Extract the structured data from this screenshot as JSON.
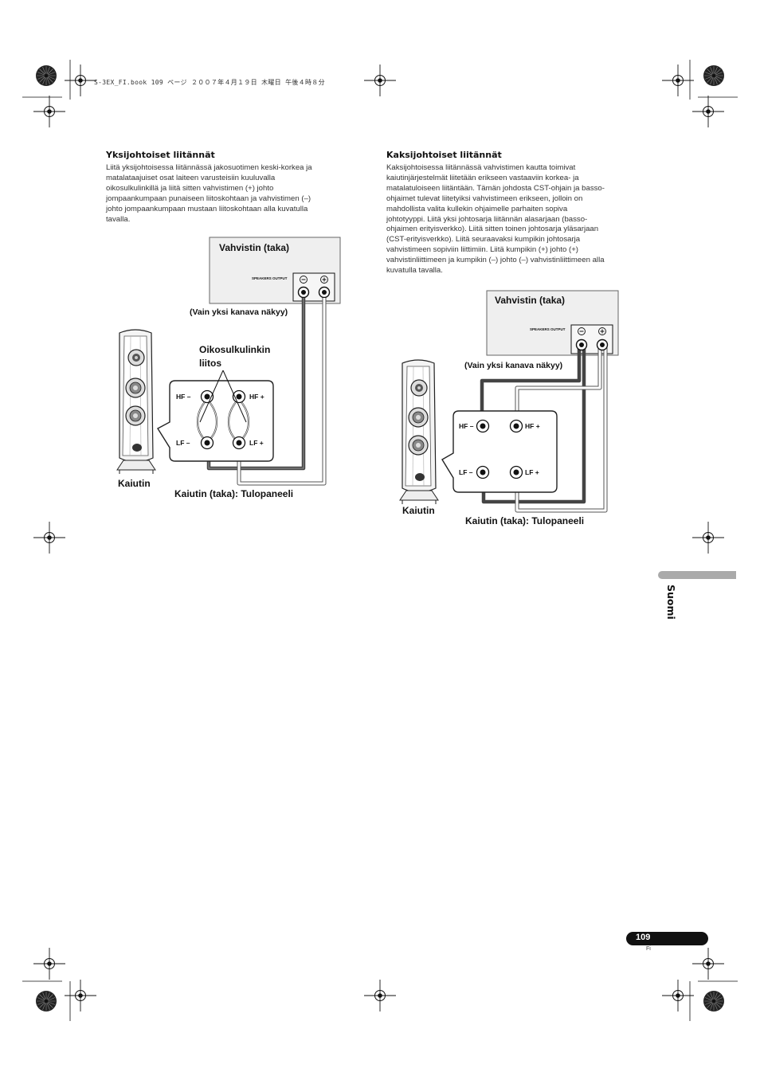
{
  "header": {
    "file_line": "S-3EX_FI.book 109 ページ ２００７年４月１９日 木曜日 午後４時８分"
  },
  "left_section": {
    "title": "Yksijohtoiset liitännät",
    "lines": [
      "Liitä yksijohtoisessa liitännässä jakosuotimen keski-korkea ja",
      "matalataajuiset osat laiteen varusteisiin kuuluvalla",
      "oikosulkulinkillä ja liitä sitten vahvistimen (+) johto",
      "jompaankumpaan punaiseen liitoskohtaan ja vahvistimen (–)",
      "johto jompaankumpaan mustaan liitoskohtaan alla kuvatulla",
      "tavalla."
    ]
  },
  "right_section": {
    "title": "Kaksijohtoiset liitännät",
    "lines": [
      "Kaksijohtoisessa liitännässä vahvistimen kautta toimivat",
      "kaiutinjärjestelmät liitetään erikseen vastaaviin korkea- ja",
      "matalatuloiseen liitäntään. Tämän johdosta CST-ohjain ja basso-",
      "ohjaimet tulevat liitetyiksi vahvistimeen erikseen, jolloin on",
      "mahdollista valita kullekin ohjaimelle parhaiten sopiva",
      "johtotyyppi. Liitä yksi johtosarja liitännän alasarjaan (basso-",
      "ohjaimen erityisverkko). Liitä sitten toinen johtosarja yläsarjaan",
      "(CST-erityisverkko). Liitä seuraavaksi kumpikin johtosarja",
      "vahvistimeen sopiviin liittimiin. Liitä kumpikin (+) johto (+)",
      "vahvistinliittimeen ja kumpikin (–) johto  (–) vahvistinliittimeen alla",
      "kuvatulla tavalla."
    ]
  },
  "diagram_left": {
    "amp_title": "Vahvistin (taka)",
    "speakers_output": "SPEAKERS OUTPUT",
    "channel_note": "(Vain yksi kanava näkyy)",
    "jumper_label_1": "Oikosulkulinkin",
    "jumper_label_2": "liitos",
    "hf_minus": "HF –",
    "hf_plus": "HF +",
    "lf_minus": "LF –",
    "lf_plus": "LF +",
    "speaker_label": "Kaiutin",
    "panel_label": "Kaiutin (taka): Tulopaneeli"
  },
  "diagram_right": {
    "amp_title": "Vahvistin (taka)",
    "speakers_output": "SPEAKERS OUTPUT",
    "channel_note": "(Vain yksi kanava näkyy)",
    "hf_minus": "HF –",
    "hf_plus": "HF +",
    "lf_minus": "LF –",
    "lf_plus": "LF +",
    "speaker_label": "Kaiutin",
    "panel_label": "Kaiutin (taka): Tulopaneeli"
  },
  "side_tab": {
    "label": "Suomi"
  },
  "footer": {
    "page_number": "109",
    "lang_code": "Fi"
  },
  "colors": {
    "amp_fill": "#efefef",
    "tab_gray": "#aaaaaa",
    "pill_black": "#111111",
    "wire_dark": "#3a3a3a"
  }
}
